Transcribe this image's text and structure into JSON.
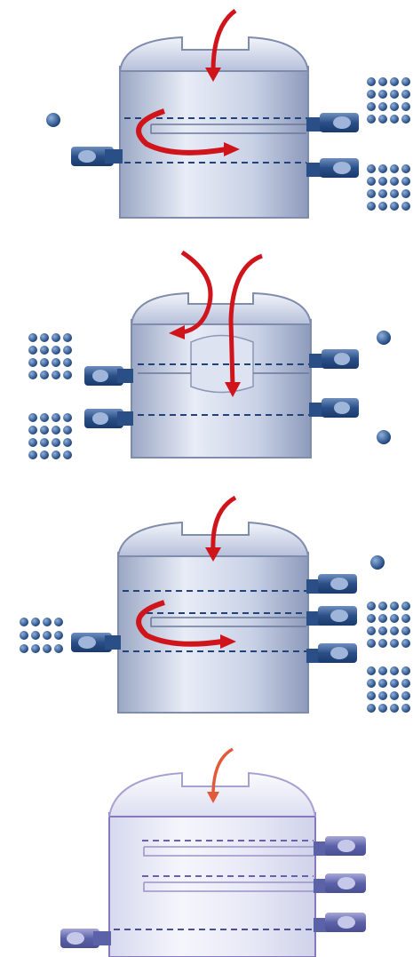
{
  "colors": {
    "vessel_body": "#c9d2e6",
    "vessel_shade": "#9aa7c4",
    "vessel_light": "#eef1f8",
    "outline": "#7f8cab",
    "nozzle": "#2a4f87",
    "nozzle_light": "#6f8fbf",
    "dashed_line": "#24427a",
    "arrow": "#d0141c",
    "arrow_faded": "#e25a3a",
    "ball": "#1f4a82",
    "faded_outline": "#8878c0",
    "faded_nozzle": "#5c62a8"
  },
  "diagrams": [
    {
      "label": "",
      "config": "spiral-inlet-left-nozzle"
    },
    {
      "label": "",
      "config": "split-inlet-baffle"
    },
    {
      "label": "",
      "config": "spiral-inlet-left-nozzle-three-right"
    },
    {
      "label": "",
      "config": "faded-three-trays"
    }
  ]
}
